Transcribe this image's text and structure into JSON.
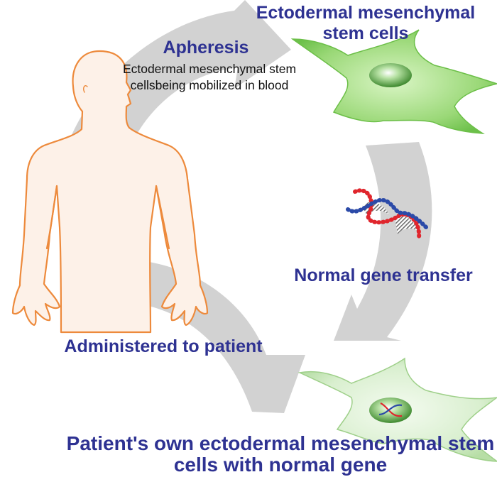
{
  "labels": {
    "ectodermal_cells": "Ectodermal mesenchymal stem cells",
    "apheresis": "Apheresis",
    "apheresis_desc": "Ectodermal mesenchymal stem cellsbeing mobilized in blood",
    "gene_transfer": "Normal gene transfer",
    "administered": "Administered to patient",
    "own_cells": "Patient's own ectodermal mesenchymal stem cells with normal gene"
  },
  "colors": {
    "title_text": "#2e3292",
    "arrow_gray": "#d2d2d2",
    "body_outline": "#ed8a3c",
    "body_fill": "#fdf1e8",
    "cell_green": "#8fd16b",
    "cell_pale_green": "#d7efcf",
    "dna_red": "#e0262d",
    "dna_blue": "#2b4aa8"
  }
}
